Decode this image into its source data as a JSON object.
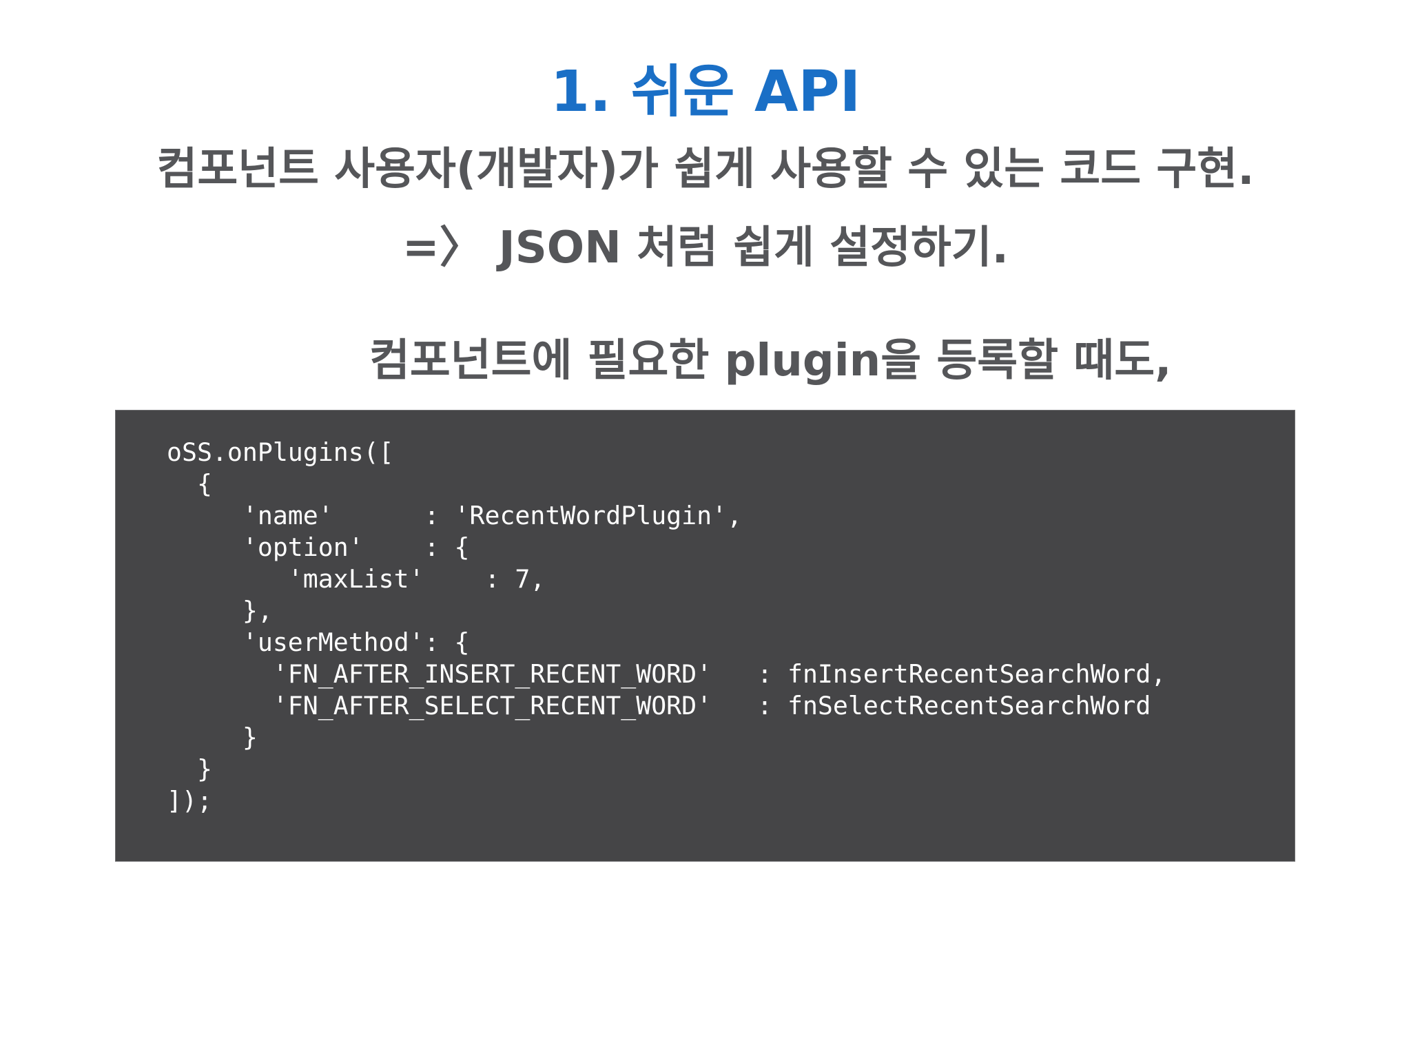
{
  "slide": {
    "title": "1.  쉬운 API",
    "subtitle_line1": "컴포넌트 사용자(개발자)가 쉽게 사용할 수 있는 코드 구현.",
    "subtitle_line2": "=〉 JSON 처럼 쉽게 설정하기.",
    "lead_text": "컴포넌트에 필요한 plugin을 등록할 때도,"
  },
  "code_block": {
    "lines": [
      "oSS.onPlugins([",
      "  {",
      "     'name'      : 'RecentWordPlugin',",
      "     'option'    : {",
      "        'maxList'    : 7,",
      "     },",
      "     'userMethod': {",
      "       'FN_AFTER_INSERT_RECENT_WORD'   : fnInsertRecentSearchWord,",
      "       'FN_AFTER_SELECT_RECENT_WORD'   : fnSelectRecentSearchWord",
      "     }",
      "  }",
      "]);"
    ]
  },
  "colors": {
    "title": "#1a6fc6",
    "body_text": "#555659",
    "code_background": "#454547",
    "code_text": "#ffffff"
  }
}
